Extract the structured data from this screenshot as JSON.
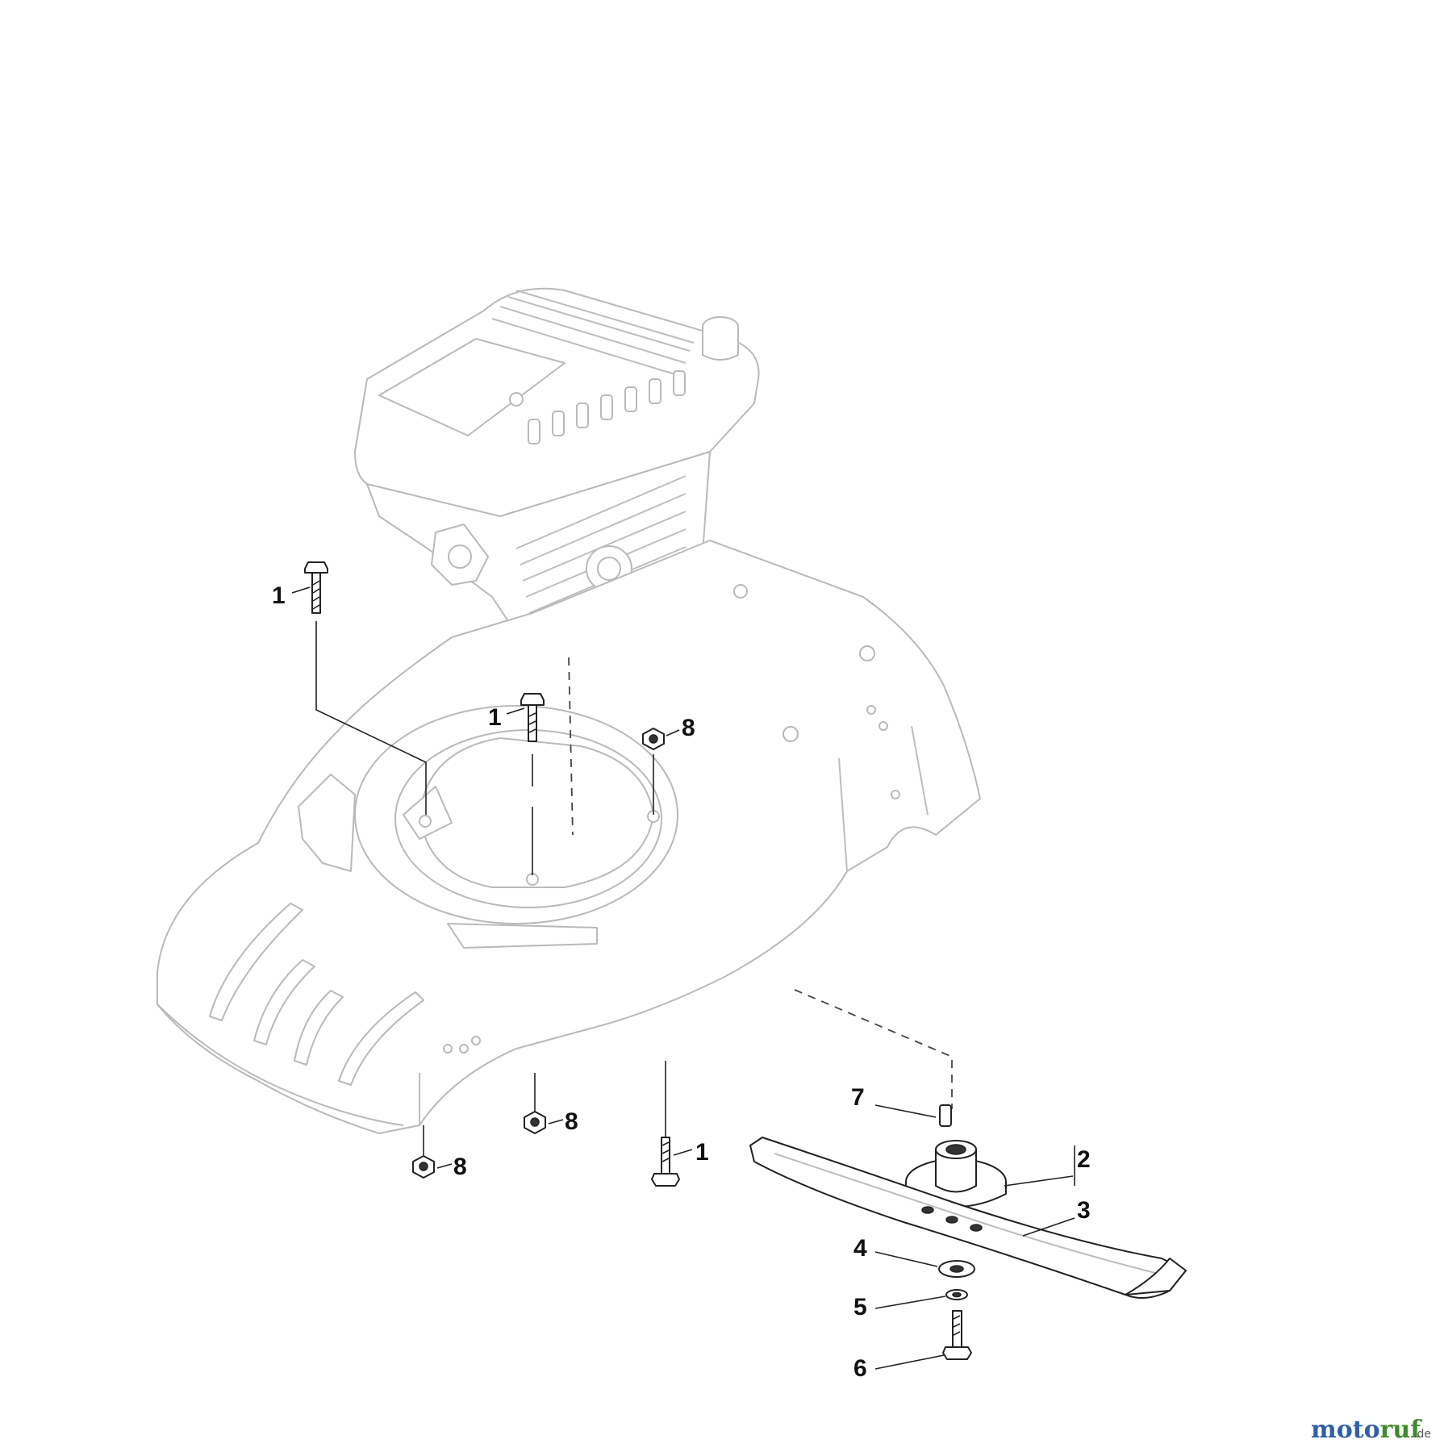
{
  "callouts": {
    "c1_top": "1",
    "c1_mid": "1",
    "c1_bottom": "1",
    "c2": "2",
    "c3": "3",
    "c4": "4",
    "c5": "5",
    "c6": "6",
    "c7": "7",
    "c8_top": "8",
    "c8_mid": "8",
    "c8_bottom": "8"
  },
  "watermark": {
    "text": "motoruf",
    "suffix": ".de"
  },
  "colors": {
    "ghost_stroke": "#b9b9b9",
    "part_stroke": "#222222",
    "watermark_blue": "#2e5fa8",
    "watermark_green": "#3f8a2c"
  }
}
